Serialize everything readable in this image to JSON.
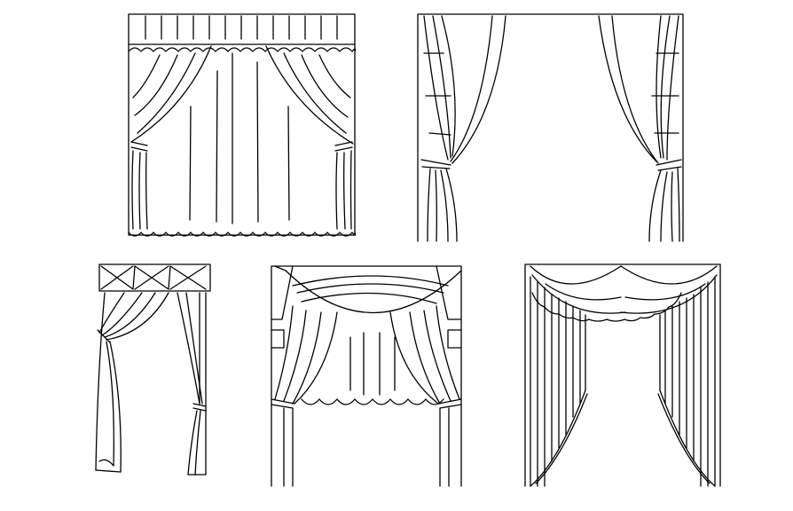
{
  "drawing": {
    "line_color": "#000000",
    "background": "#ffffff",
    "panels": [
      {
        "style": "valance-drape-tieback"
      },
      {
        "style": "open-panels-tieback"
      },
      {
        "style": "box-pleat-single-tieback"
      },
      {
        "style": "swag-scalloped-valance"
      },
      {
        "style": "swag-pleated-arch"
      }
    ]
  }
}
